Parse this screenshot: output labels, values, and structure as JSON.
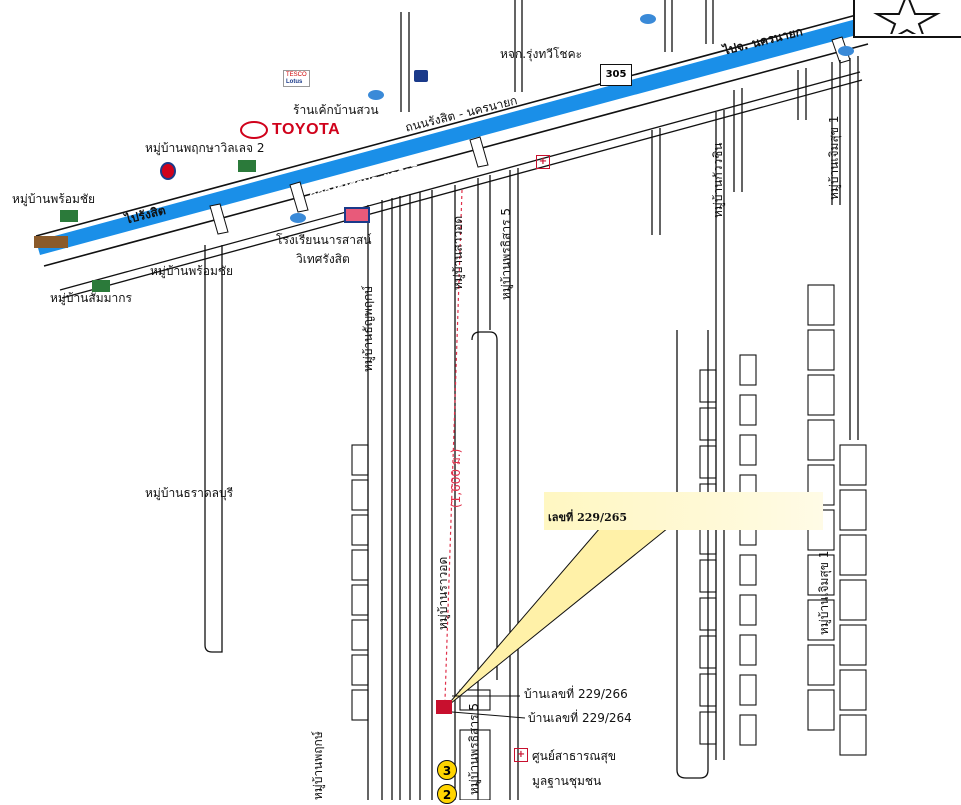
{
  "places": {
    "village_phrom_chai_1": "หมู่บ้านพร้อมชัย",
    "village_phrom_chai_2": "หมู่บ้านพร้อมชัย",
    "village_sam_makorn": "หมู่บ้านสัมมากร",
    "village_phruksa": "หมู่บ้านพฤกษาวิลเลจ 2",
    "village_thara_buri": "หมู่บ้านธราดลบุรี",
    "shop_cake": "ร้านเค้กบ้านสวน",
    "gas_station": "หจก.รุ่งทวีโชคะ",
    "school_line1": "โรงเรียนนารสาสน์",
    "school_line2": "วิเทศรังสิต",
    "health_center_line1": "ศูนย์สาธารณสุข",
    "health_center_line2": "มูลฐานชุมชน"
  },
  "roads": {
    "rangsit_nakhon_nayok": "ถนนรังสิต - นครนายก",
    "post_rangsit": "ไปรังสิต",
    "post_nakhon_nayok": "ไปจ. นครนายก",
    "route_number": "305",
    "village_road_1": "หมู่บ้านธัญพฤกษ์",
    "village_road_2": "หมู่บ้านสาวอด",
    "village_road_3": "หมู่บ้านพรธิสาร 5",
    "village_road_4": "หมู่บ้านกัววชิน",
    "village_road_5": "หมู่บ้านเจิมสุข 1",
    "village_road_6": "หมู่บ้านพฤกษ์",
    "village_road_7": "หมู่บ้านเจิมสุข 1",
    "village_road_8": "หมู่บ้านราวอด",
    "village_road_9": "หมู่บ้านพรธิสาร 5",
    "distance": "(1,600 ม.)"
  },
  "canal": {
    "name": "คลองรังสิตประยูรศักดิ์"
  },
  "brands": {
    "toyota": "TOYOTA",
    "tesco_top": "TESCO",
    "tesco_bottom": "Lotus"
  },
  "callout": {
    "house_number": "เลขที่ 229/265",
    "house_266": "บ้านเลขที่ 229/266",
    "house_264": "บ้านเลขที่ 229/264"
  },
  "markers": {
    "marker_a": "3",
    "marker_b": "2"
  },
  "icons": {
    "compass": "compass-rose-icon",
    "hospital": "hospital-cross-icon",
    "village": "village-house-icon",
    "gas": "gas-station-icon",
    "school": "school-icon",
    "temple": "temple-icon",
    "car": "car-icon"
  },
  "colors": {
    "canal": "#1a8fe8",
    "road_line": "#111111",
    "target_house": "#c8102e",
    "callout_fill": "#fff6c0",
    "pointer_fill": "#fff1a8",
    "distance_line": "#e0304a",
    "marker_fill": "#ffd400",
    "toyota_red": "#d0021b"
  }
}
